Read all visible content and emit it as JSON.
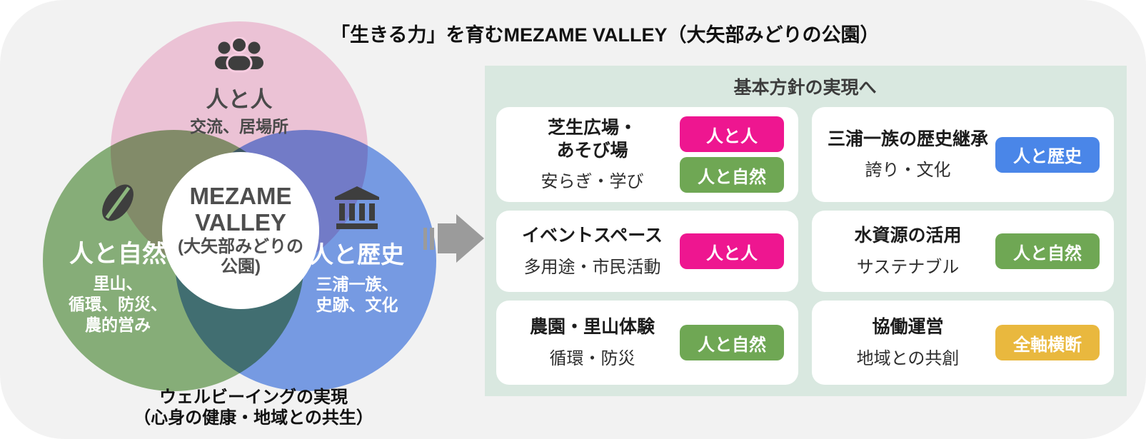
{
  "title": "「生きる力」を育むMEZAME VALLEY（大矢部みどりの公園）",
  "colors": {
    "background": "#F2F2F2",
    "panel_bg": "#D9E8E0",
    "circle_people": "#F8CDE1",
    "circle_nature": "#8DB77E",
    "circle_history": "#7CA2EF",
    "tag_people": "#EE1690",
    "tag_nature": "#6FA754",
    "tag_history": "#4A86E8",
    "tag_all": "#E9B83E",
    "icon": "#3E3E3E",
    "arrow": "#9B9B9B"
  },
  "venn": {
    "people": {
      "icon": "people-icon",
      "label": "人と人",
      "desc": "交流、居場所"
    },
    "nature": {
      "icon": "leaf-icon",
      "label": "人と自然",
      "desc_lines": [
        "里山、",
        "循環、防災、",
        "農的営み"
      ]
    },
    "history": {
      "icon": "bank-icon",
      "label": "人と歴史",
      "desc_lines": [
        "三浦一族、",
        "史跡、文化"
      ]
    },
    "center": {
      "en_lines": [
        "MEZAME",
        "VALLEY"
      ],
      "jp_lines": [
        "(大矢部みどりの",
        "公園)"
      ]
    },
    "caption_lines": [
      "ウェルビーイングの実現",
      "（心身の健康・地域との共生）"
    ]
  },
  "panel": {
    "header": "基本方針の実現へ",
    "cards": [
      {
        "title_lines": [
          "芝生広場・",
          "あそび場"
        ],
        "subtitle": "安らぎ・学び",
        "tags": [
          {
            "label": "人と人",
            "color": "#EE1690"
          },
          {
            "label": "人と自然",
            "color": "#6FA754"
          }
        ]
      },
      {
        "title_lines": [
          "三浦一族の歴史継承"
        ],
        "subtitle": "誇り・文化",
        "tags": [
          {
            "label": "人と歴史",
            "color": "#4A86E8"
          }
        ]
      },
      {
        "title_lines": [
          "イベントスペース"
        ],
        "subtitle": "多用途・市民活動",
        "tags": [
          {
            "label": "人と人",
            "color": "#EE1690"
          }
        ]
      },
      {
        "title_lines": [
          "水資源の活用"
        ],
        "subtitle": "サステナブル",
        "tags": [
          {
            "label": "人と自然",
            "color": "#6FA754"
          }
        ]
      },
      {
        "title_lines": [
          "農園・里山体験"
        ],
        "subtitle": "循環・防災",
        "tags": [
          {
            "label": "人と自然",
            "color": "#6FA754"
          }
        ]
      },
      {
        "title_lines": [
          "協働運営"
        ],
        "subtitle": "地域との共創",
        "tags": [
          {
            "label": "全軸横断",
            "color": "#E9B83E"
          }
        ]
      }
    ]
  }
}
